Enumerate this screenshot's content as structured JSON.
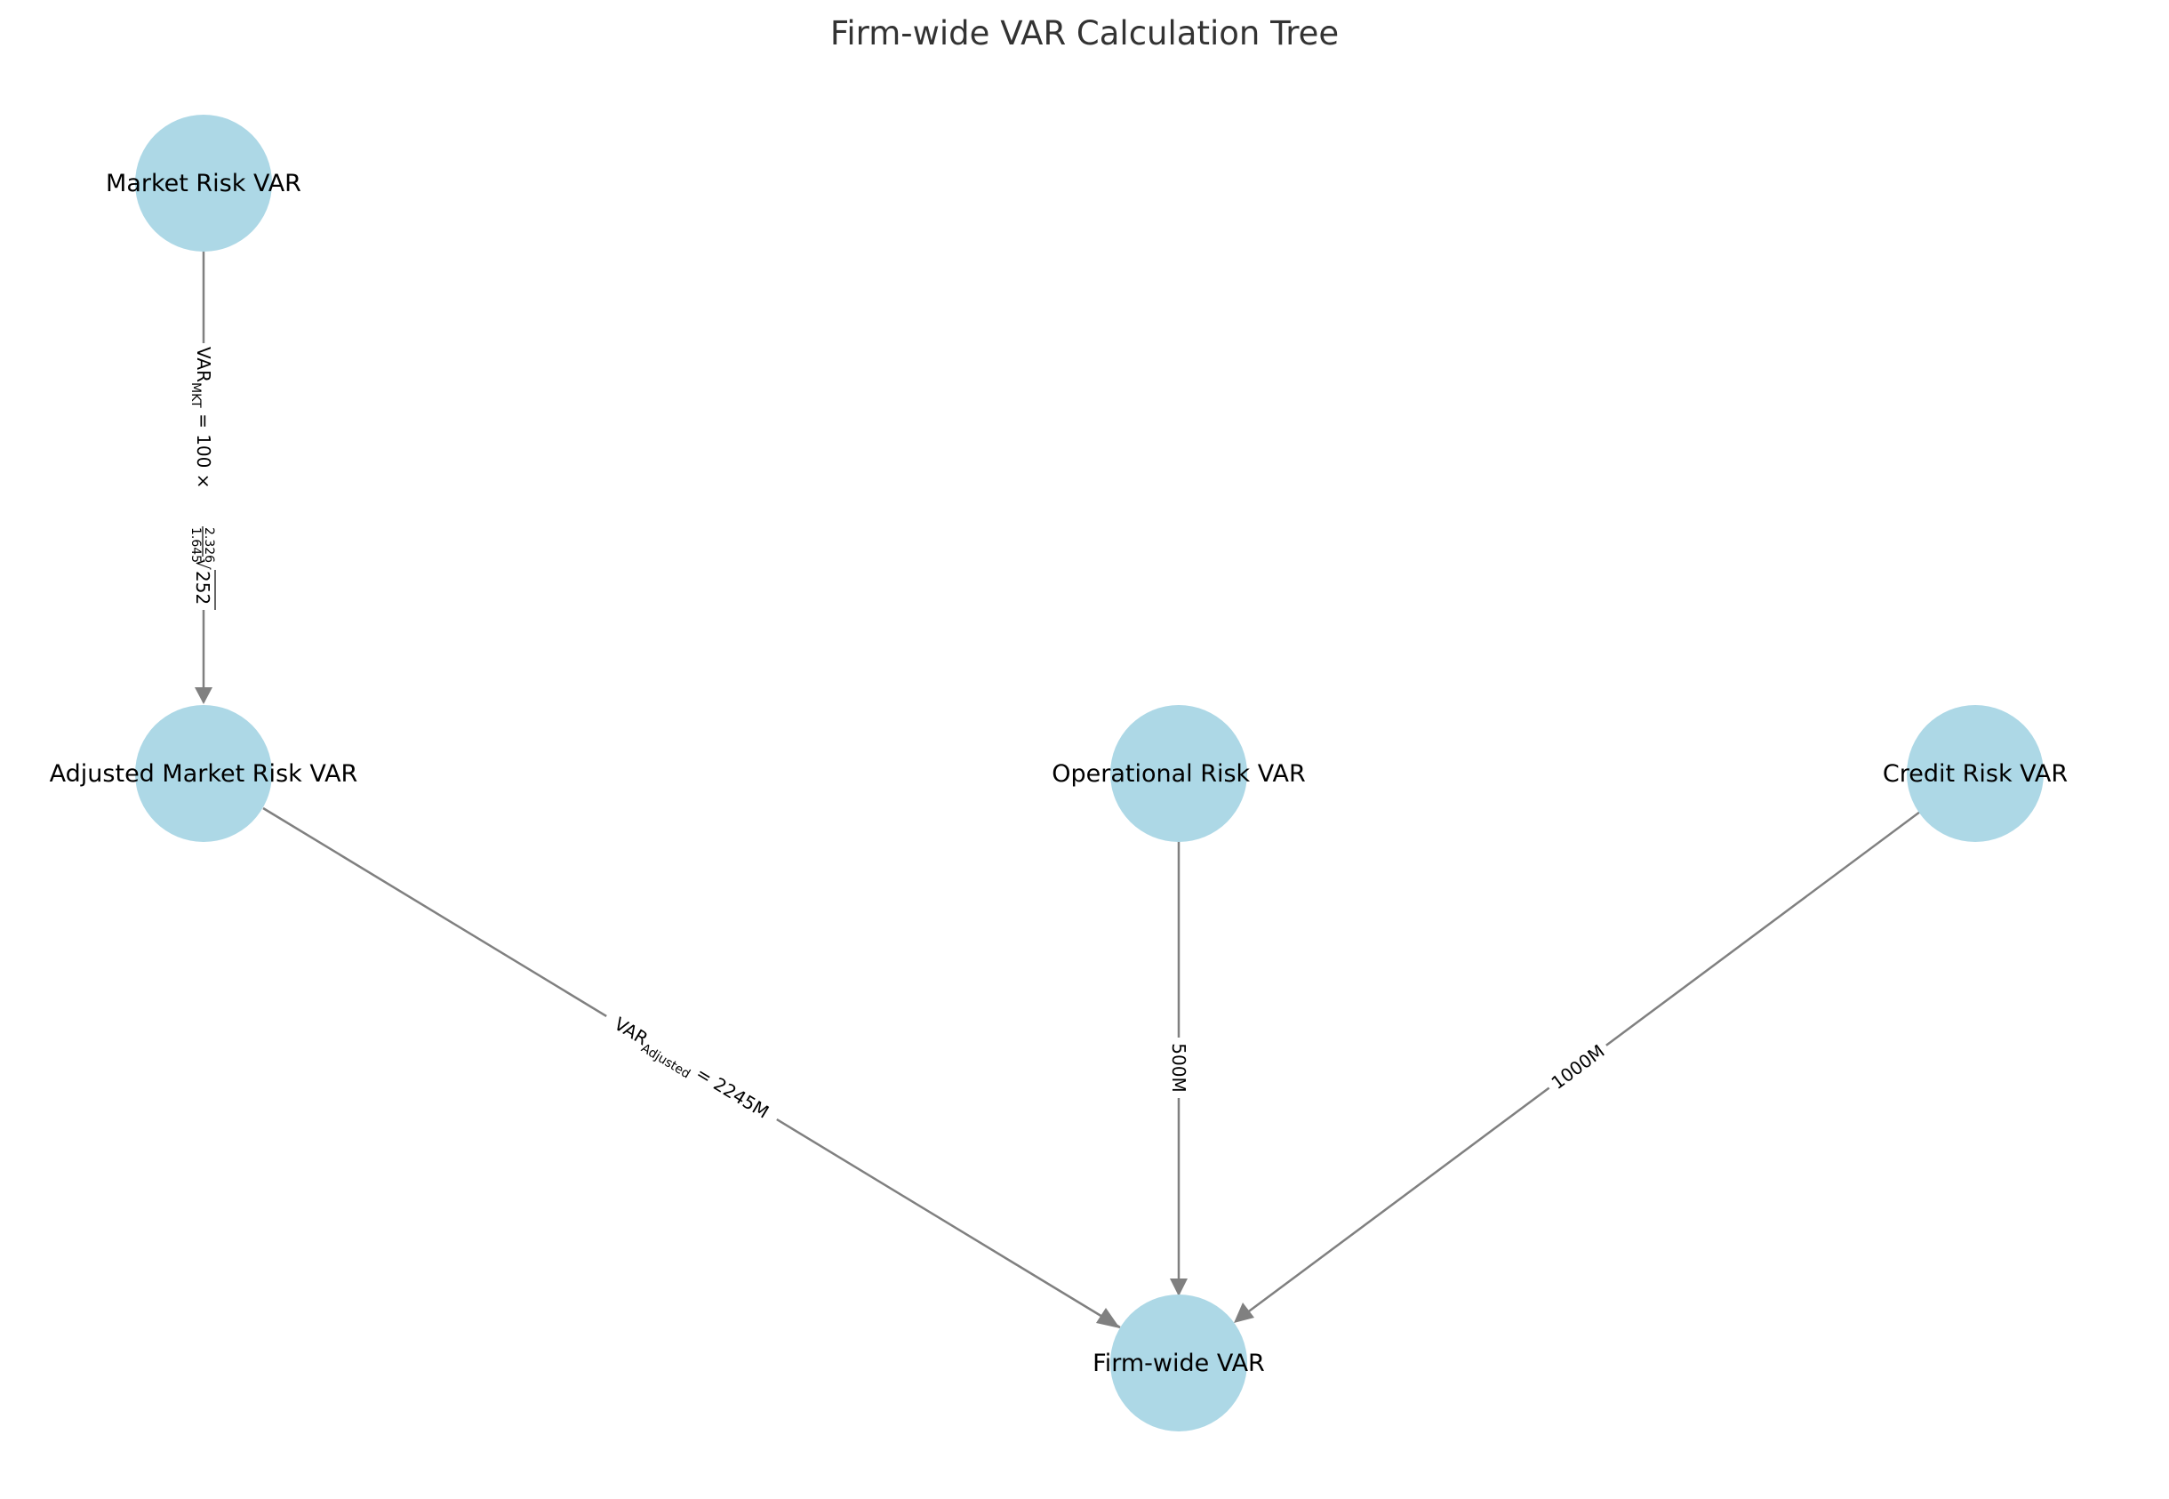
{
  "title": "Firm-wide VAR Calculation Tree",
  "colors": {
    "node_fill": "#add8e6",
    "edge": "#808080",
    "background": "#ffffff"
  },
  "nodes": {
    "market": "Market Risk VAR",
    "adjusted": "Adjusted Market Risk VAR",
    "operational": "Operational Risk VAR",
    "credit": "Credit Risk VAR",
    "firmwide": "Firm-wide VAR"
  },
  "edges": {
    "market_to_adjusted": {
      "main": "VAR",
      "sub": "MKT",
      "eq": " = 100 × ",
      "frac_num": "2.326",
      "frac_den": "1.645",
      "radical": "√",
      "radicand": "252"
    },
    "adjusted_to_firmwide": {
      "main": "VAR",
      "sub": "Adjusted",
      "eq": " = 2245M"
    },
    "operational_to_firmwide": "500M",
    "credit_to_firmwide": "1000M"
  }
}
